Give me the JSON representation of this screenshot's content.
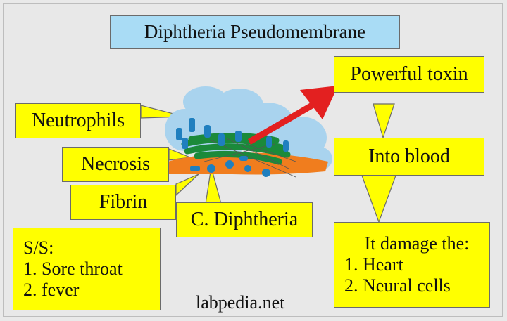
{
  "title": "Diphtheria Pseudomembrane",
  "labels": {
    "neutrophils": "Neutrophils",
    "necrosis": "Necrosis",
    "fibrin": "Fibrin",
    "c_diphtheria": "C. Diphtheria",
    "powerful_toxin": "Powerful toxin",
    "into_blood": "Into blood"
  },
  "signs_symptoms": {
    "heading": "S/S:",
    "items": [
      "1. Sore throat",
      "2. fever"
    ]
  },
  "damage": {
    "heading": "It damage the:",
    "items": [
      "1. Heart",
      "2. Neural cells"
    ]
  },
  "watermark": "labpedia.net",
  "colors": {
    "background": "#e9e9e9",
    "title_box": "#a9dcf5",
    "label_box": "#ffff00",
    "arrow": "#e32020",
    "fibrin": "#f07d1e",
    "neutrophil_halo": "#a9d3ee",
    "bacteria": "#1f7fbf",
    "necrosis": "#1b8a3a"
  }
}
